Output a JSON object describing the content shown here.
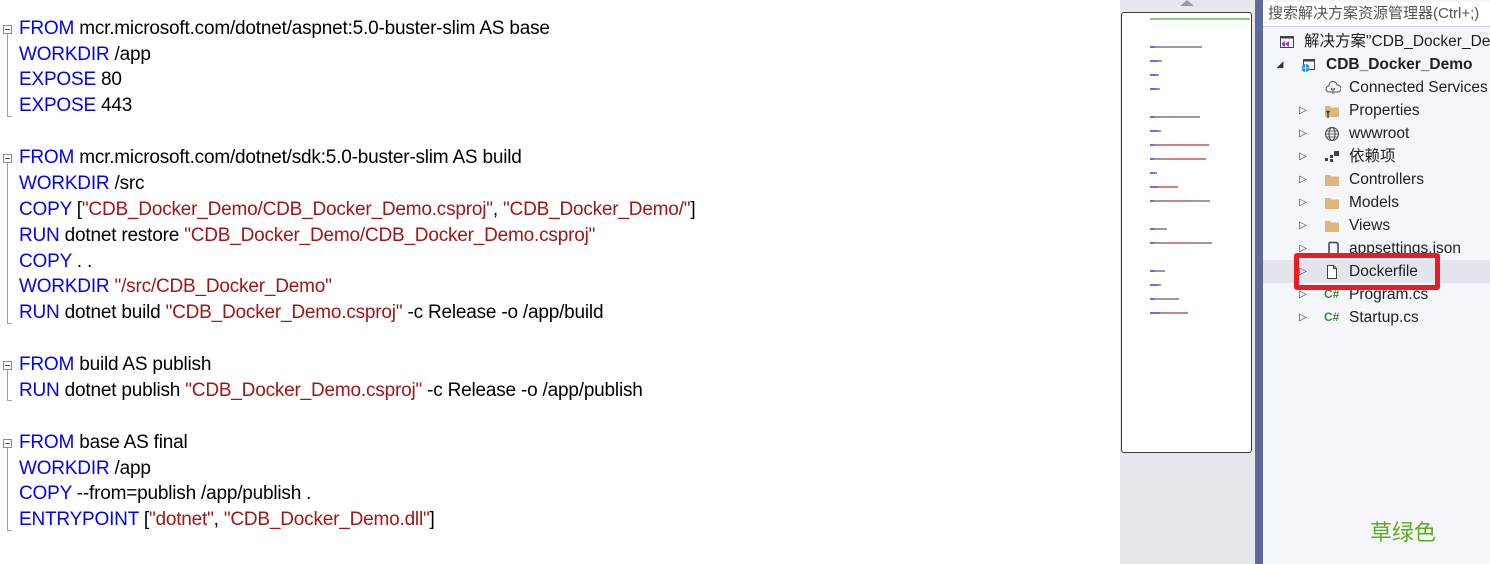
{
  "editor": {
    "blocks": [
      {
        "lines": [
          {
            "kw": "FROM",
            "text": " mcr.microsoft.com/dotnet/aspnet:5.0-buster-slim AS base"
          },
          {
            "kw": "WORKDIR",
            "text": " /app"
          },
          {
            "kw": "EXPOSE",
            "text": " 80"
          },
          {
            "kw": "EXPOSE",
            "text": " 443"
          }
        ]
      },
      {
        "lines": [
          {
            "kw": "FROM",
            "text": " mcr.microsoft.com/dotnet/sdk:5.0-buster-slim AS build"
          },
          {
            "kw": "WORKDIR",
            "text": " /src"
          },
          {
            "kw": "COPY",
            "p1": " [",
            "s1": "\"CDB_Docker_Demo/CDB_Docker_Demo.csproj\"",
            "p2": ", ",
            "s2": "\"CDB_Docker_Demo/\"",
            "p3": "]"
          },
          {
            "kw": "RUN",
            "p1": " dotnet restore ",
            "s1": "\"CDB_Docker_Demo/CDB_Docker_Demo.csproj\""
          },
          {
            "kw": "COPY",
            "text": " . ."
          },
          {
            "kw": "WORKDIR",
            "p1": " ",
            "s1": "\"/src/CDB_Docker_Demo\""
          },
          {
            "kw": "RUN",
            "p1": " dotnet build ",
            "s1": "\"CDB_Docker_Demo.csproj\"",
            "p2": " -c Release -o /app/build"
          }
        ]
      },
      {
        "lines": [
          {
            "kw": "FROM",
            "text": " build AS publish"
          },
          {
            "kw": "RUN",
            "p1": " dotnet publish ",
            "s1": "\"CDB_Docker_Demo.csproj\"",
            "p2": " -c Release -o /app/publish"
          }
        ]
      },
      {
        "lines": [
          {
            "kw": "FROM",
            "text": " base AS final"
          },
          {
            "kw": "WORKDIR",
            "text": " /app"
          },
          {
            "kw": "COPY",
            "text": " --from=publish /app/publish ."
          },
          {
            "kw": "ENTRYPOINT",
            "p1": " [",
            "s1": "\"dotnet\"",
            "p2": ", ",
            "s1b": "",
            "s2": "\"CDB_Docker_Demo.dll\"",
            "p3": "]"
          }
        ]
      }
    ]
  },
  "explorer": {
    "search_placeholder": "搜索解决方案资源管理器(Ctrl+;)",
    "solution_label": "解决方案\"CDB_Docker_Demo\"",
    "project_label": "CDB_Docker_Demo",
    "items": [
      {
        "label": "Connected Services",
        "icon": "connected-services-icon"
      },
      {
        "label": "Properties",
        "icon": "properties-folder-icon"
      },
      {
        "label": "wwwroot",
        "icon": "globe-icon"
      },
      {
        "label": "依赖项",
        "icon": "dependencies-icon"
      },
      {
        "label": "Controllers",
        "icon": "folder-icon"
      },
      {
        "label": "Models",
        "icon": "folder-icon"
      },
      {
        "label": "Views",
        "icon": "folder-icon"
      },
      {
        "label": "appsettings.json",
        "icon": "json-file-icon"
      },
      {
        "label": "Dockerfile",
        "icon": "file-icon"
      },
      {
        "label": "Program.cs",
        "icon": "csharp-file-icon"
      },
      {
        "label": "Startup.cs",
        "icon": "csharp-file-icon"
      }
    ],
    "selected_item": "Dockerfile"
  },
  "annotation": {
    "text": "草绿色",
    "color": "#5cad1e"
  },
  "colors": {
    "keyword": "#0000ff",
    "string": "#a31515",
    "splitter": "#5d6b99",
    "highlight_box": "#e81c24"
  }
}
